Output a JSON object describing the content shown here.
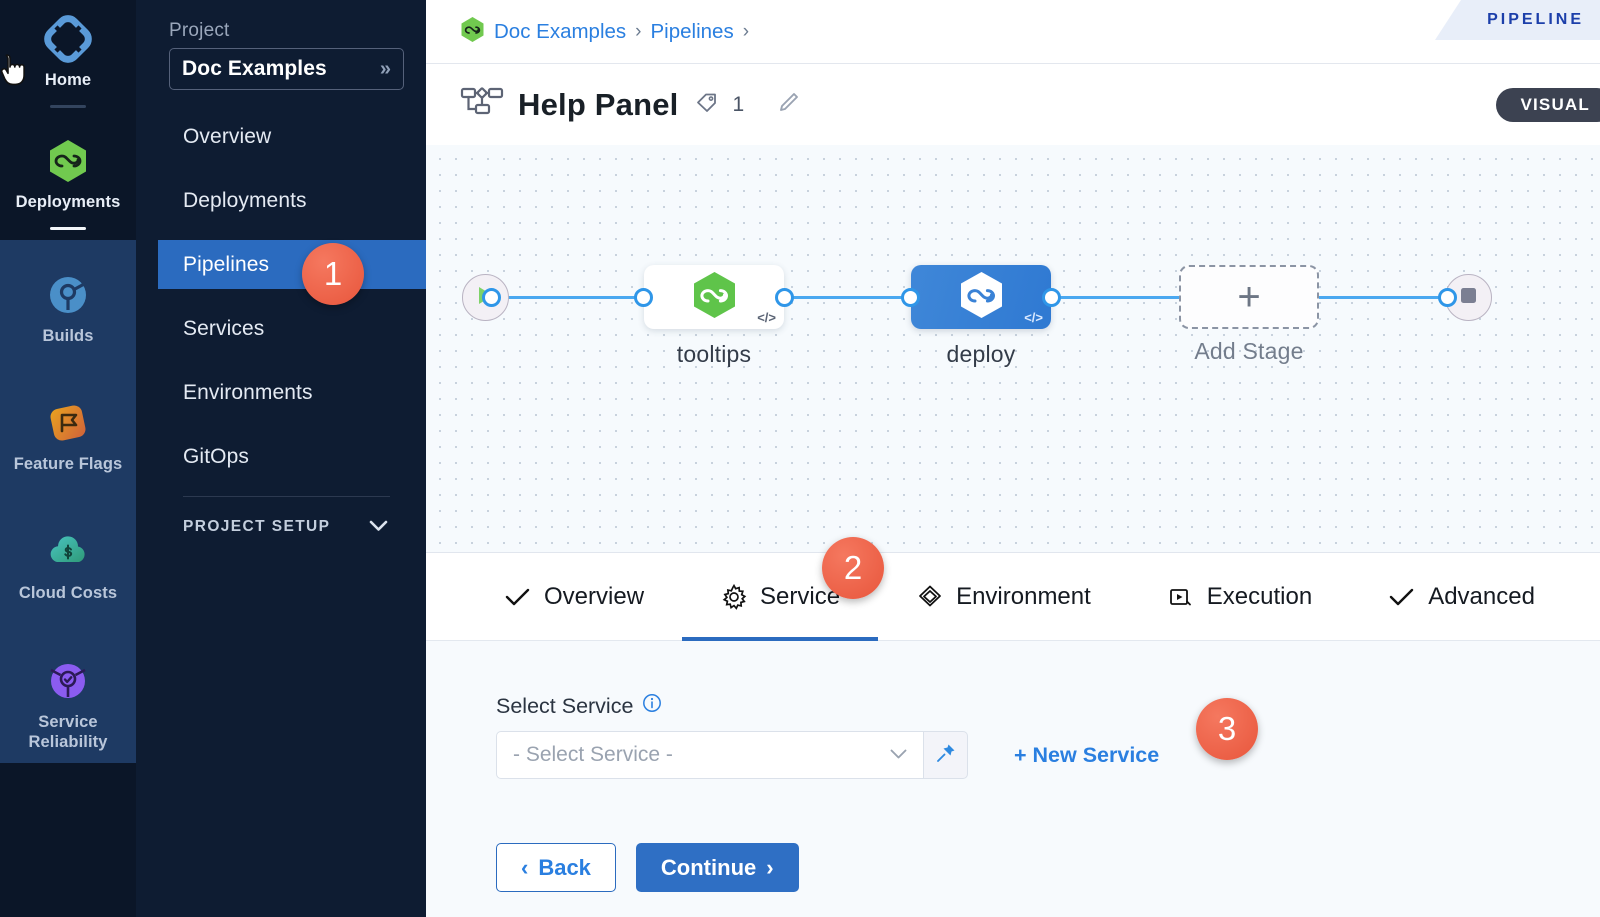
{
  "rail": {
    "items": [
      {
        "label": "Home",
        "icon": "home-diamond-icon",
        "state": "dark",
        "underline": "dim"
      },
      {
        "label": "Deployments",
        "icon": "deployments-hexagon-icon",
        "state": "dark",
        "underline": "bright"
      },
      {
        "label": "Builds",
        "icon": "builds-circle-icon",
        "state": "light",
        "underline": "none"
      },
      {
        "label": "Feature Flags",
        "icon": "feature-flags-icon",
        "state": "light",
        "underline": "none"
      },
      {
        "label": "Cloud Costs",
        "icon": "cloud-costs-icon",
        "state": "light",
        "underline": "none"
      },
      {
        "label": "Service Reliability",
        "icon": "service-reliability-icon",
        "state": "light",
        "underline": "none"
      }
    ]
  },
  "project_nav": {
    "section_label": "Project",
    "selected_project": "Doc Examples",
    "expand_glyph": "»",
    "items": [
      {
        "label": "Overview",
        "active": false
      },
      {
        "label": "Deployments",
        "active": false
      },
      {
        "label": "Pipelines",
        "active": true
      },
      {
        "label": "Services",
        "active": false
      },
      {
        "label": "Environments",
        "active": false
      },
      {
        "label": "GitOps",
        "active": false
      }
    ],
    "setup_label": "PROJECT SETUP"
  },
  "breadcrumb": {
    "items": [
      "Doc Examples",
      "Pipelines"
    ],
    "separator": "›",
    "trailing_separator": "›"
  },
  "ribbon": {
    "text": "PIPELINE"
  },
  "header": {
    "icon": "pipeline-graph-icon",
    "title": "Help Panel",
    "tag_icon": "tag-icon",
    "tag_count": "1",
    "edit_icon": "pencil-icon",
    "mode_badge": "VISUAL"
  },
  "canvas": {
    "start_node": {
      "name": "start-node",
      "icon": "play-icon"
    },
    "end_node": {
      "name": "end-node",
      "icon": "stop-icon"
    },
    "stages": [
      {
        "label": "tooltips",
        "kind": "white",
        "icon": "harness-hexagon-green-icon",
        "code_badge": "</>"
      },
      {
        "label": "deploy",
        "kind": "blue",
        "icon": "harness-hexagon-white-icon",
        "code_badge": "</>"
      }
    ],
    "add_stage": {
      "label": "Add Stage",
      "glyph": "+"
    }
  },
  "tabs": [
    {
      "label": "Overview",
      "icon": "check-icon",
      "active": false
    },
    {
      "label": "Service",
      "icon": "gear-icon",
      "active": true
    },
    {
      "label": "Environment",
      "icon": "layers-diamond-icon",
      "active": false
    },
    {
      "label": "Execution",
      "icon": "play-box-icon",
      "active": false
    },
    {
      "label": "Advanced",
      "icon": "check-icon",
      "active": false
    }
  ],
  "form": {
    "select_service_label": "Select Service",
    "info_icon": "info-icon",
    "select_placeholder": "- Select Service -",
    "chevron_icon": "chevron-down-icon",
    "pin_icon": "pin-icon",
    "new_service_label": "+ New Service",
    "back_label": "Back",
    "continue_label": "Continue",
    "back_chevron": "‹",
    "continue_chevron": "›"
  },
  "callouts": [
    {
      "number": "1"
    },
    {
      "number": "2"
    },
    {
      "number": "3"
    }
  ],
  "colors": {
    "accent_blue": "#2b6bbf",
    "link_blue": "#2a7fe0",
    "callout_orange": "#e8563c",
    "green": "#5fc44a",
    "rail_dark": "#0b1628",
    "rail_light": "#1e3a63",
    "project_nav_bg": "#0e1c32"
  }
}
